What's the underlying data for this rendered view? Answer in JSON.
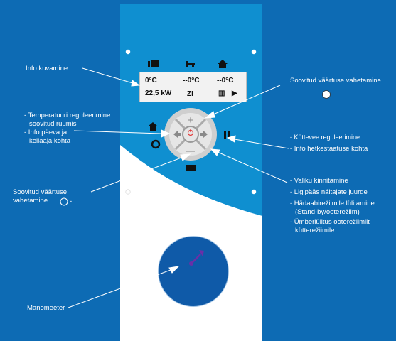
{
  "labels": {
    "info_kuvamine": "Info kuvamine",
    "temp_line1": "- Temperatuuri reguleerimine",
    "temp_line2": "soovitud ruumis",
    "info_line1": "- Info päeva ja",
    "info_line2": "kellaaja kohta",
    "soovitud_left_line1": "Soovitud väärtuse",
    "soovitud_left_line2": "vahetamine",
    "manomeeter": "Manomeeter",
    "soovitud_right": "Soovitud väärtuse vahetamine",
    "kuttevee": "- Küttevee reguleerimine",
    "info_hetk": "- Info hetkestaatuse kohta",
    "valiku": "- Valiku kinnitamine",
    "ligipaas": "- Ligipääs näitajate juurde",
    "hadaabi_line1": "- Hädaabirežiimile lülitamine",
    "hadaabi_line2": "(Stand-by/ooterežiim)",
    "umberlylitus_line1": "- Ümberlülitus ooterežiimilt",
    "umberlylitus_line2": "kütterežiimile"
  },
  "lcd": {
    "t1": "0°C",
    "t2": "--0°C",
    "t3": "--0°C",
    "power": "22,5 kW",
    "mode": "ZI"
  },
  "dial": {
    "plus": "+",
    "minus": "—"
  },
  "icons": [
    "boiler-icon",
    "tap-icon",
    "heating-icon",
    "house-icon",
    "dhw-icon",
    "radiator-icon",
    "play-icon",
    "power-icon"
  ]
}
